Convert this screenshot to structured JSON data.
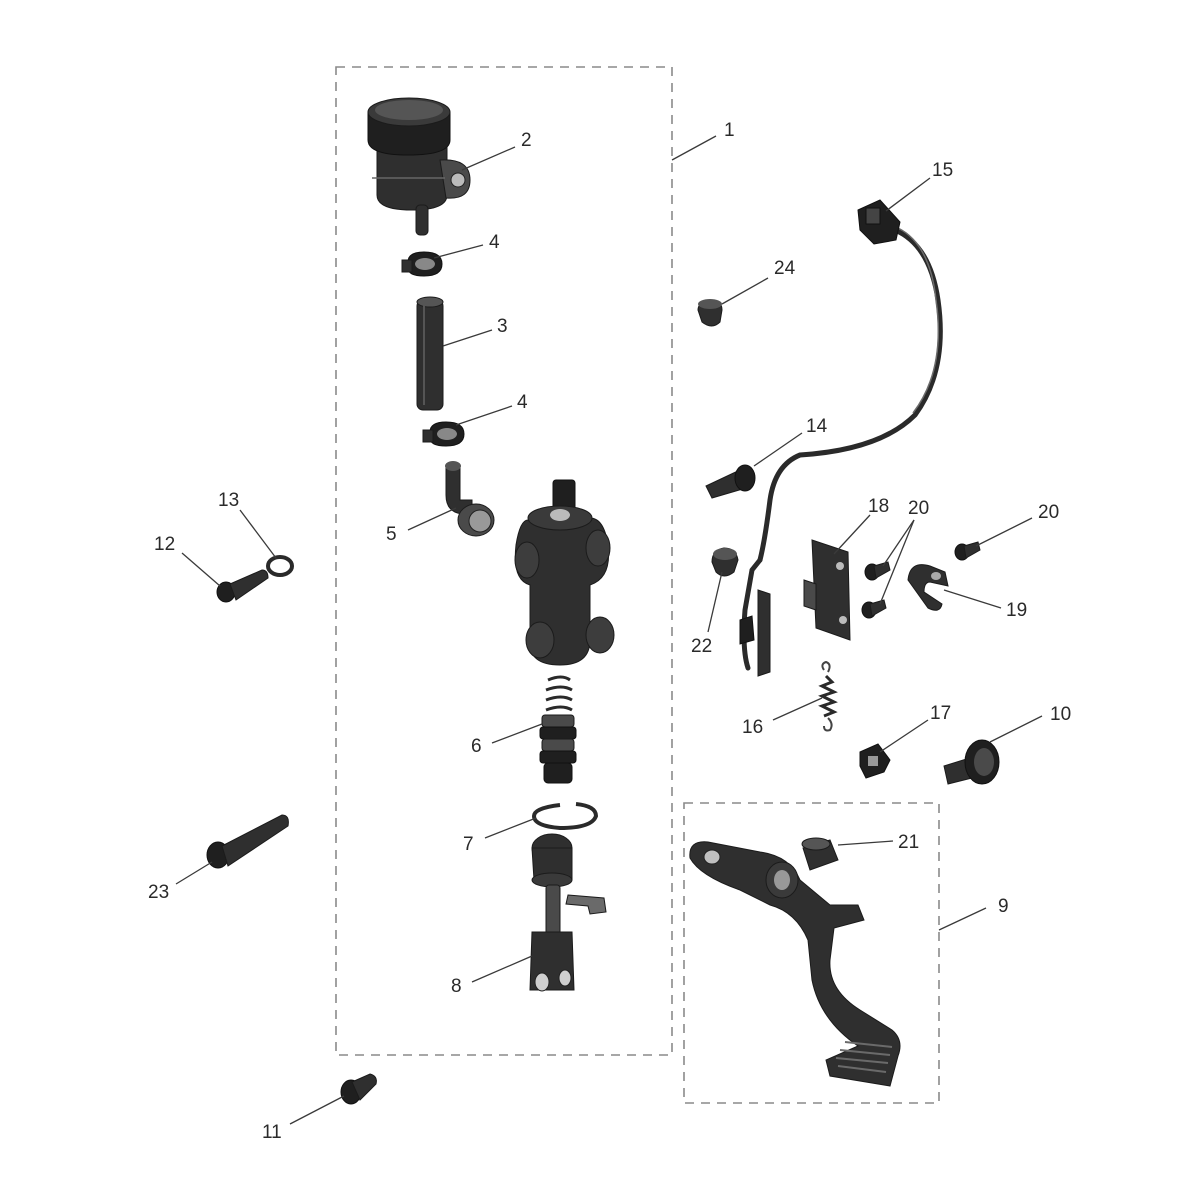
{
  "diagram": {
    "callouts": [
      {
        "id": "c1",
        "label": "1"
      },
      {
        "id": "c2",
        "label": "2"
      },
      {
        "id": "c3",
        "label": "3"
      },
      {
        "id": "c4a",
        "label": "4"
      },
      {
        "id": "c4b",
        "label": "4"
      },
      {
        "id": "c5",
        "label": "5"
      },
      {
        "id": "c6",
        "label": "6"
      },
      {
        "id": "c7",
        "label": "7"
      },
      {
        "id": "c8",
        "label": "8"
      },
      {
        "id": "c9",
        "label": "9"
      },
      {
        "id": "c10",
        "label": "10"
      },
      {
        "id": "c11",
        "label": "11"
      },
      {
        "id": "c12",
        "label": "12"
      },
      {
        "id": "c13",
        "label": "13"
      },
      {
        "id": "c14",
        "label": "14"
      },
      {
        "id": "c15",
        "label": "15"
      },
      {
        "id": "c16",
        "label": "16"
      },
      {
        "id": "c17",
        "label": "17"
      },
      {
        "id": "c18",
        "label": "18"
      },
      {
        "id": "c19",
        "label": "19"
      },
      {
        "id": "c20a",
        "label": "20"
      },
      {
        "id": "c20b",
        "label": "20"
      },
      {
        "id": "c21",
        "label": "21"
      },
      {
        "id": "c22",
        "label": "22"
      },
      {
        "id": "c23",
        "label": "23"
      },
      {
        "id": "c24",
        "label": "24"
      }
    ]
  }
}
